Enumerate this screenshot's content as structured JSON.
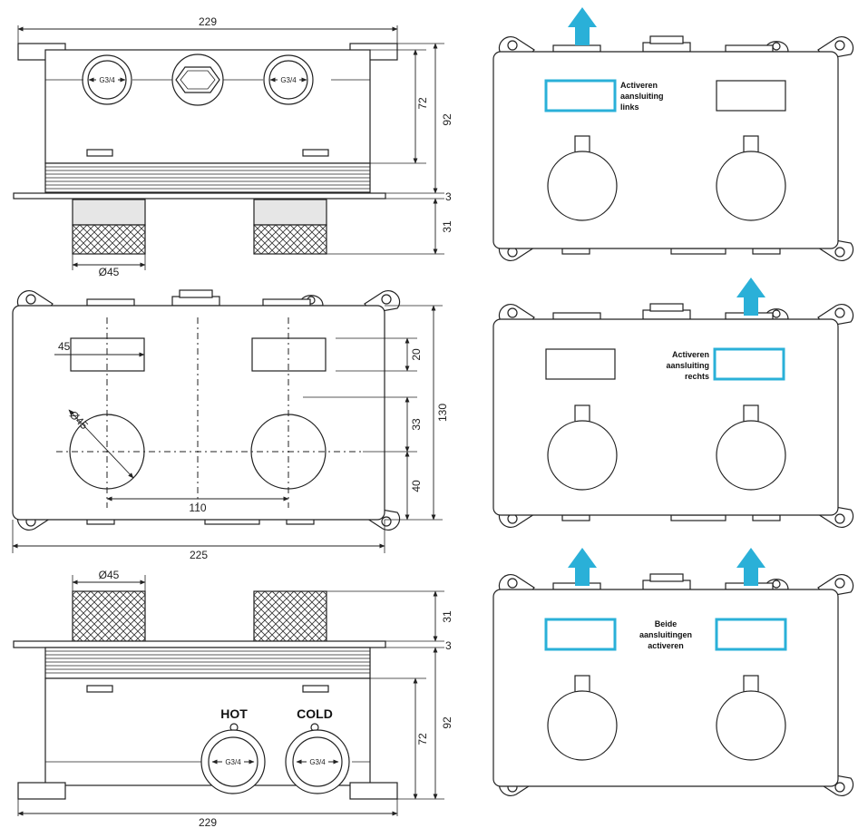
{
  "colors": {
    "highlight": "#2ab0d8",
    "arrow": "#2ab0d8",
    "line": "#222222"
  },
  "top_view": {
    "width_229": "229",
    "height_72": "72",
    "height_92": "92",
    "plate_3": "3",
    "knob_31": "31",
    "dia_45": "Ø45",
    "port_left": "G3/4",
    "port_right": "G3/4"
  },
  "front_view": {
    "dim_45": "45",
    "dia_45": "Ø45",
    "dim_20": "20",
    "dim_33": "33",
    "dim_40": "40",
    "dim_130": "130",
    "dim_110": "110",
    "dim_225": "225"
  },
  "bottom_view": {
    "dia_45": "Ø45",
    "knob_31": "31",
    "plate_3": "3",
    "height_92": "92",
    "height_72": "72",
    "width_229": "229",
    "hot_label": "HOT",
    "cold_label": "COLD",
    "port_hot": "G3/4",
    "port_cold": "G3/4"
  },
  "panels": [
    {
      "line1": "Activeren",
      "line2": "aansluiting",
      "line3": "links"
    },
    {
      "line1": "Activeren",
      "line2": "aansluiting",
      "line3": "rechts"
    },
    {
      "line1": "Beide",
      "line2": "aansluitingen",
      "line3": "activeren"
    }
  ]
}
